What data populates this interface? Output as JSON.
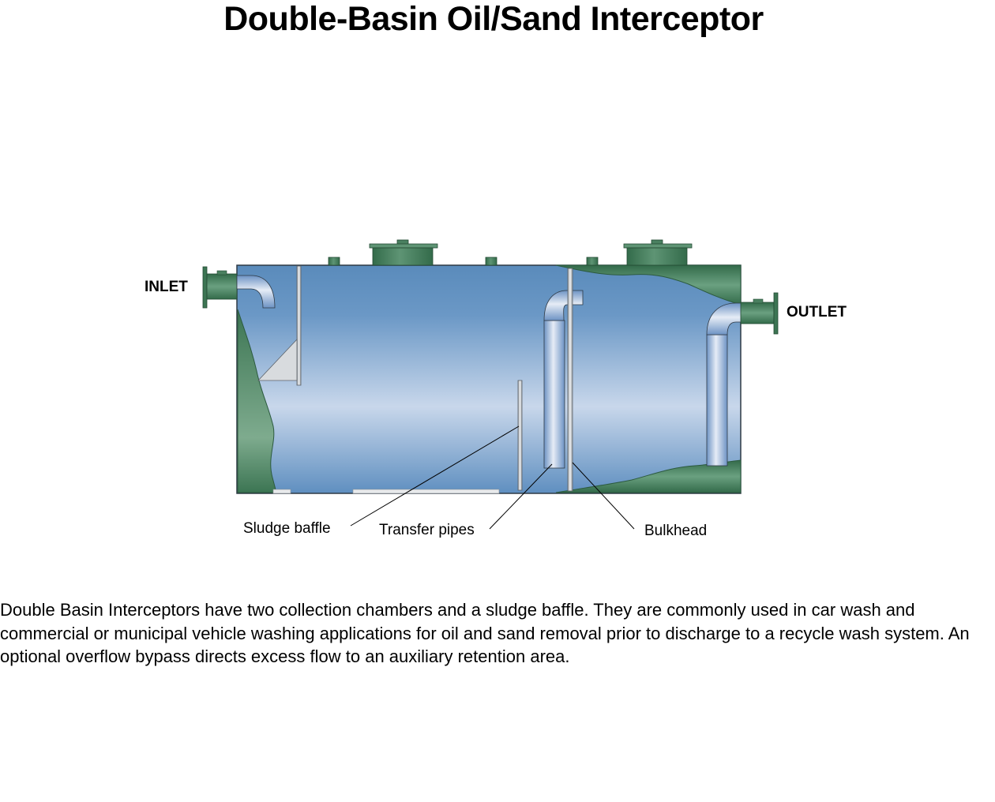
{
  "title": "Double-Basin Oil/Sand Interceptor",
  "labels": {
    "inlet": "INLET",
    "outlet": "OUTLET",
    "sludge_baffle": "Sludge baffle",
    "transfer_pipes": "Transfer pipes",
    "bulkhead": "Bulkhead"
  },
  "description": "Double Basin Interceptors have two collection chambers and a sludge baffle. They are commonly used in car wash and commercial or municipal vehicle washing applications for oil and sand removal prior to discharge to a recycle wash system.  An optional overflow bypass directs excess flow to an auxiliary retention area.",
  "colors": {
    "water_top": "#5d8dbd",
    "water_mid": "#c6d6ea",
    "tank_green": "#3f7a57",
    "pipe_highlight": "#e4eaf5",
    "baffle_gray": "#d4d6d9"
  }
}
